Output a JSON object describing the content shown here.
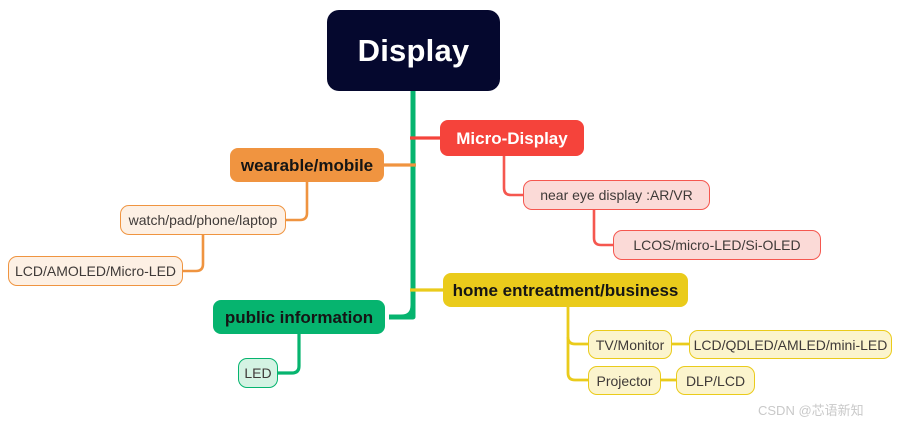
{
  "diagram": {
    "title": "Display",
    "type": "mind-map",
    "root": {
      "label": "Display",
      "color": "#05082e",
      "text_color": "#ffffff"
    },
    "branches": [
      {
        "id": "micro-display",
        "label": "Micro-Display",
        "color": "#f5433b",
        "children": [
          {
            "id": "near-eye-display",
            "label": "near eye display :AR/VR",
            "children": [
              {
                "id": "lcos-micro-led-si-oled",
                "label": "LCOS/micro-LED/Si-OLED"
              }
            ]
          }
        ]
      },
      {
        "id": "wearable-mobile",
        "label": "wearable/mobile",
        "color": "#f09440",
        "children": [
          {
            "id": "watch-pad-phone-laptop",
            "label": "watch/pad/phone/laptop",
            "children": [
              {
                "id": "lcd-amoled-micro-led",
                "label": "LCD/AMOLED/Micro-LED"
              }
            ]
          }
        ]
      },
      {
        "id": "public-information",
        "label": "public information",
        "color": "#06b46f",
        "children": [
          {
            "id": "led",
            "label": "LED"
          }
        ]
      },
      {
        "id": "home-entertainment-business",
        "label": "home entreatment/business",
        "color": "#eacb1b",
        "children": [
          {
            "id": "tv-monitor",
            "label": "TV/Monitor",
            "children": [
              {
                "id": "lcd-qdled-amled-mini-led",
                "label": "LCD/QDLED/AMLED/mini-LED"
              }
            ]
          },
          {
            "id": "projector",
            "label": "Projector",
            "children": [
              {
                "id": "dlp-lcd",
                "label": "DLP/LCD"
              }
            ]
          }
        ]
      }
    ]
  },
  "watermark": {
    "text": "CSDN @芯语新知"
  },
  "colors": {
    "root": "#05082e",
    "red": "#f5433b",
    "red_light": "#fbdad7",
    "orange": "#f09440",
    "orange_light": "#fdf0e4",
    "green": "#06b46f",
    "green_light": "#d4f3e3",
    "yellow": "#eacb1b",
    "yellow_light": "#fbf4cd",
    "text_dark": "#3f3a38",
    "background": "#ffffff"
  }
}
